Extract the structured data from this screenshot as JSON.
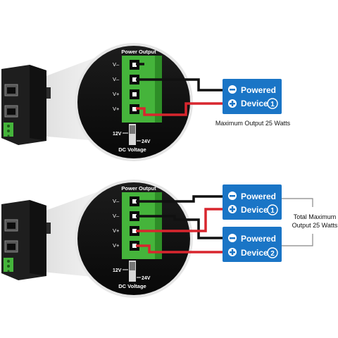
{
  "panel": {
    "title": "Power Output",
    "pins": [
      "V–",
      "V–",
      "V+",
      "V+"
    ],
    "switch_left": "12V",
    "switch_right": "24V",
    "switch_title": "DC Voltage"
  },
  "device": {
    "line1": "Powered",
    "line2": "Device",
    "minus_icon": "minus-circle-icon",
    "plus_icon": "plus-circle-icon"
  },
  "top": {
    "device_number": "1",
    "caption": "Maximum Output 25 Watts"
  },
  "bottom": {
    "device1_number": "1",
    "device2_number": "2",
    "caption_line1": "Total Maximum",
    "caption_line2": "Output 25 Watts"
  },
  "colors": {
    "device_blue": "#1a75c6",
    "terminal_green": "#45b43b",
    "wire_red": "#d8262e",
    "wire_black": "#111111",
    "lens_bg": "#0f0f0f"
  }
}
